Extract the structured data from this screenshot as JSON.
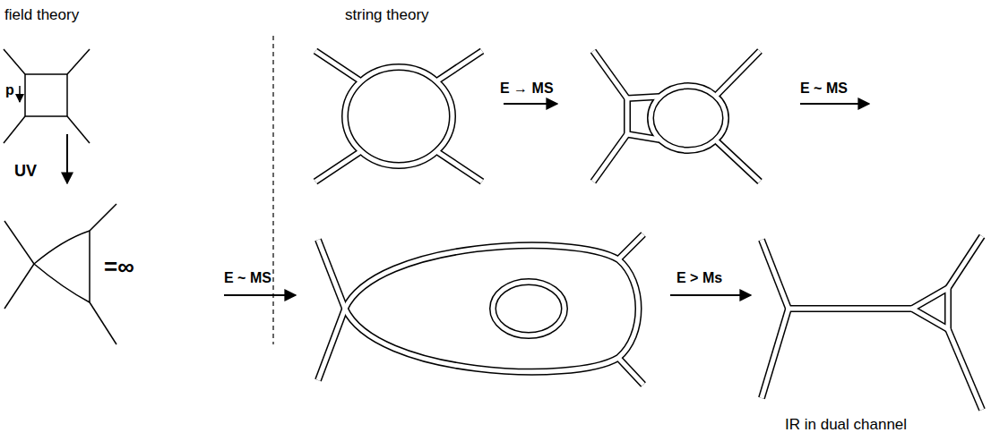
{
  "diagram": {
    "labels": [
      "field theory",
      "string theory",
      "p",
      "UV",
      "=∞",
      "E → MS",
      "E ~ MS",
      "E ~ MS",
      "E > Ms",
      "IR in dual channel"
    ]
  }
}
